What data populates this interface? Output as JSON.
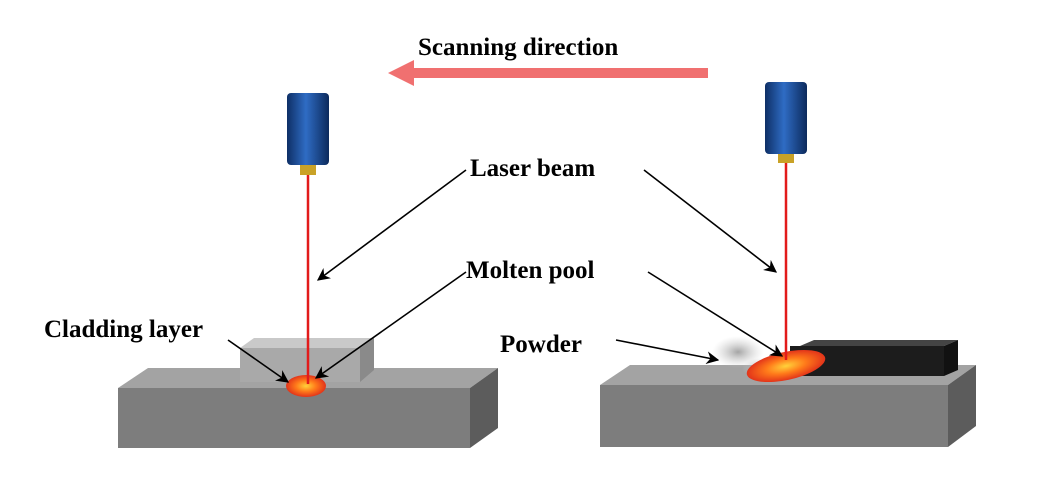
{
  "labels": {
    "scanning_direction": "Scanning direction",
    "laser_beam": "Laser beam",
    "molten_pool": "Molten pool",
    "cladding_layer": "Cladding layer",
    "powder": "Powder"
  },
  "colors": {
    "arrow": "#f07070",
    "laser": "#e21b1b",
    "nozzle_body": "#1e4f9a",
    "nozzle_tip": "#c9a227",
    "substrate_front": "#7d7d7d",
    "substrate_top": "#a3a3a3",
    "substrate_side": "#5c5c5c",
    "clad_track": "#222222",
    "molten_pool": "#ff5a1a"
  }
}
